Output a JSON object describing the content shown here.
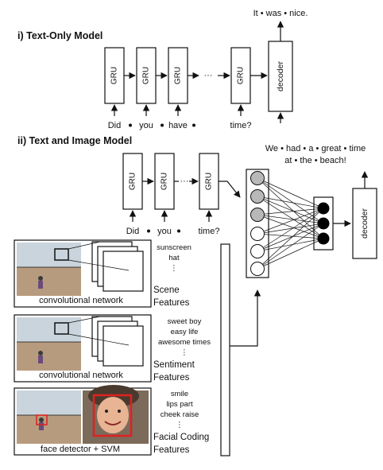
{
  "section1": {
    "title": "i) Text-Only Model",
    "gru_label": "GRU",
    "decoder_label": "decoder",
    "ellipsis": "···",
    "input_words": [
      "Did",
      "you",
      "have",
      "time?"
    ],
    "output": "It • was • nice."
  },
  "section2": {
    "title": "ii) Text and Image Model",
    "gru_label": "GRU",
    "decoder_label": "decoder",
    "ellipsis": "···",
    "input_words": [
      "Did",
      "you",
      "time?"
    ],
    "output_line1": "We • had • a • great • time",
    "output_line2": "at • the • beach!"
  },
  "features": [
    {
      "network_caption": "convolutional network",
      "label_line1": "Scene",
      "label_line2": "Features",
      "outputs": [
        "sunscreen",
        "hat",
        "⋮"
      ]
    },
    {
      "network_caption": "convolutional network",
      "label_line1": "Sentiment",
      "label_line2": "Features",
      "outputs": [
        "sweet boy",
        "easy life",
        "awesome times",
        "⋮"
      ]
    },
    {
      "network_caption": "face detector + SVM",
      "label_line1": "Facial Coding",
      "label_line2": "Features",
      "outputs": [
        "smile",
        "lips part",
        "cheek raise",
        "⋮"
      ]
    }
  ],
  "colors": {
    "stroke": "#111111",
    "gray_node": "#b8b8b8",
    "black_node": "#000000",
    "face_box": "#e02020"
  }
}
